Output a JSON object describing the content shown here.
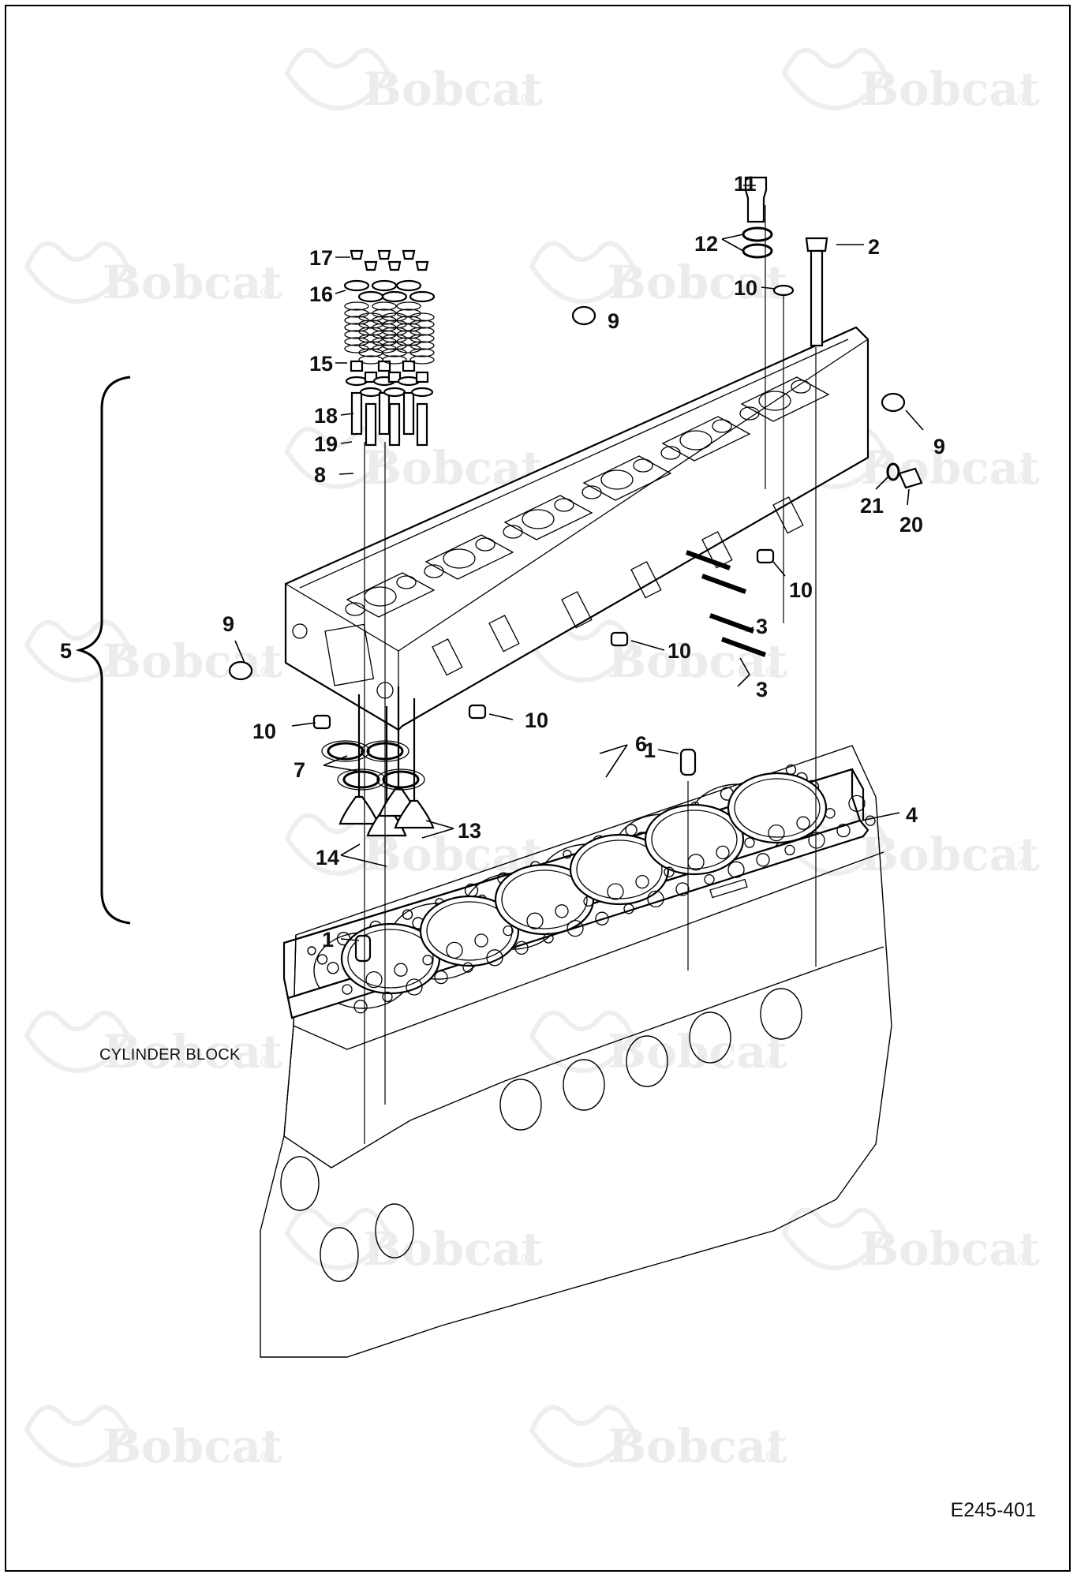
{
  "watermark": {
    "brand": "Bobcat",
    "mark": "®"
  },
  "callouts": {
    "c1a": "1",
    "c1b": "1",
    "c2": "2",
    "c3a": "3",
    "c3b": "3",
    "c4": "4",
    "c5": "5",
    "c6": "6",
    "c7": "7",
    "c8": "8",
    "c9a": "9",
    "c9b": "9",
    "c9c": "9",
    "c10a": "10",
    "c10b": "10",
    "c10c": "10",
    "c10d": "10",
    "c10e": "10",
    "c11": "11",
    "c12": "12",
    "c13": "13",
    "c14": "14",
    "c15": "15",
    "c16": "16",
    "c17": "17",
    "c18": "18",
    "c19": "19",
    "c20": "20",
    "c21": "21"
  },
  "labels": {
    "cylinder_block": "CYLINDER BLOCK",
    "figure_code": "E245-401"
  }
}
